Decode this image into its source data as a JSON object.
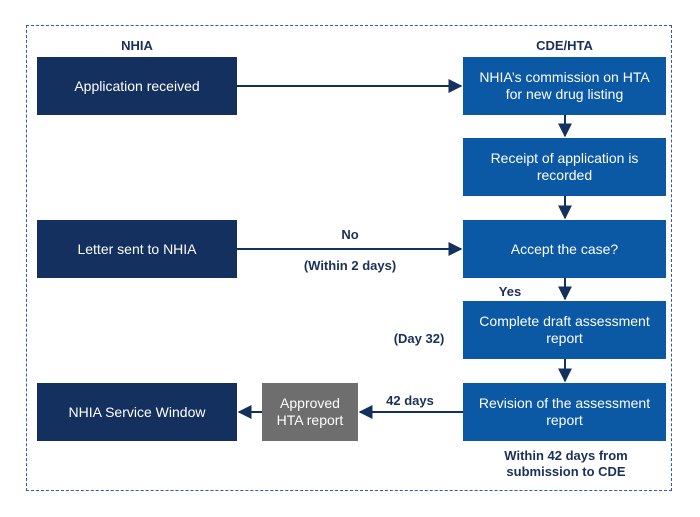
{
  "columns": {
    "left": "NHIA",
    "right": "CDE/HTA"
  },
  "boxes": {
    "application_received": "Application received",
    "letter_sent": "Letter sent to NHIA",
    "service_window": "NHIA Service Window",
    "approved_report": "Approved HTA report",
    "commission": "NHIA’s commission on HTA for new drug listing",
    "receipt_recorded": "Receipt of application is recorded",
    "accept_case": "Accept the case?",
    "draft_report": "Complete draft assessment report",
    "revision": "Revision of the assessment report"
  },
  "labels": {
    "no": "No",
    "within_2_days": "(Within 2 days)",
    "yes": "Yes",
    "day_32": "(Day 32)",
    "days_42": "42 days",
    "within_42_days": "Within 42 days from submission to CDE"
  },
  "colors": {
    "dark_box": "#13305f",
    "blue_box": "#0b58a5",
    "grey_box": "#6e6e6e",
    "arrow": "#13305f",
    "border": "#2b5da8"
  }
}
